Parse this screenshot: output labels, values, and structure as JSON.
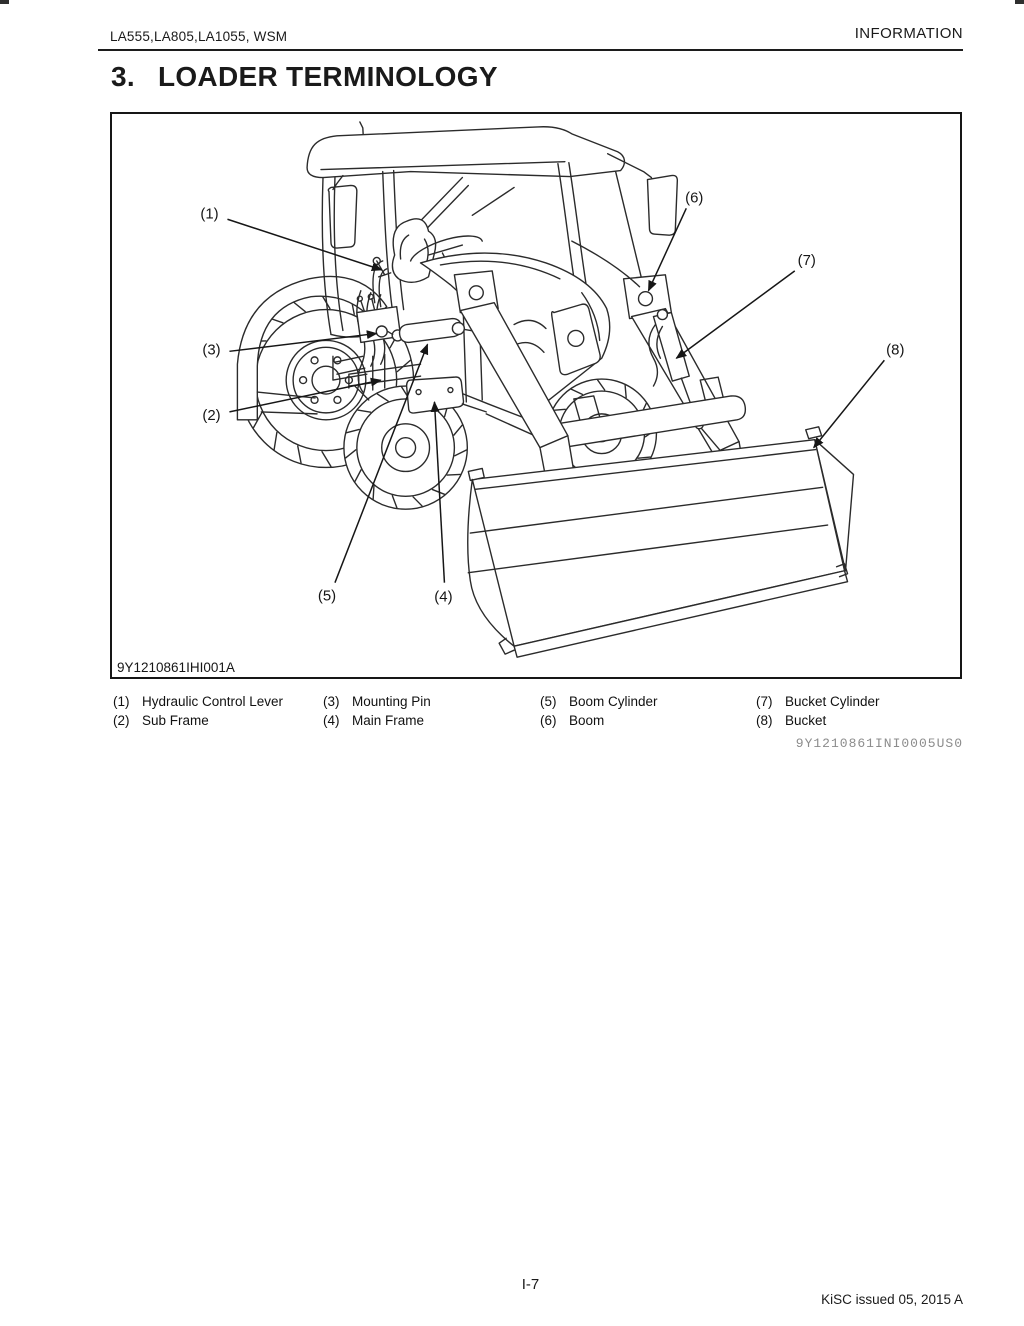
{
  "page": {
    "header_left": "LA555,LA805,LA1055, WSM",
    "header_right": "INFORMATION",
    "section_number": "3.",
    "section_title": "LOADER TERMINOLOGY",
    "footer_page": "I-7",
    "footer_right": "KiSC issued 05, 2015 A"
  },
  "figure": {
    "caption_id": "9Y1210861IHI001A",
    "doc_code": "9Y1210861INI0005US0",
    "callouts": [
      {
        "label": "(1)"
      },
      {
        "label": "(2)"
      },
      {
        "label": "(3)"
      },
      {
        "label": "(4)"
      },
      {
        "label": "(5)"
      },
      {
        "label": "(6)"
      },
      {
        "label": "(7)"
      },
      {
        "label": "(8)"
      }
    ]
  },
  "legend": {
    "items": [
      {
        "num": "(1)",
        "name": "Hydraulic Control Lever"
      },
      {
        "num": "(2)",
        "name": "Sub Frame"
      },
      {
        "num": "(3)",
        "name": "Mounting Pin"
      },
      {
        "num": "(4)",
        "name": "Main Frame"
      },
      {
        "num": "(5)",
        "name": "Boom Cylinder"
      },
      {
        "num": "(6)",
        "name": "Boom"
      },
      {
        "num": "(7)",
        "name": "Bucket Cylinder"
      },
      {
        "num": "(8)",
        "name": "Bucket"
      }
    ]
  },
  "colors": {
    "ink": "#1a1a1a",
    "line_art": "#2b2b2b",
    "code_gray": "#8c8c8c"
  }
}
